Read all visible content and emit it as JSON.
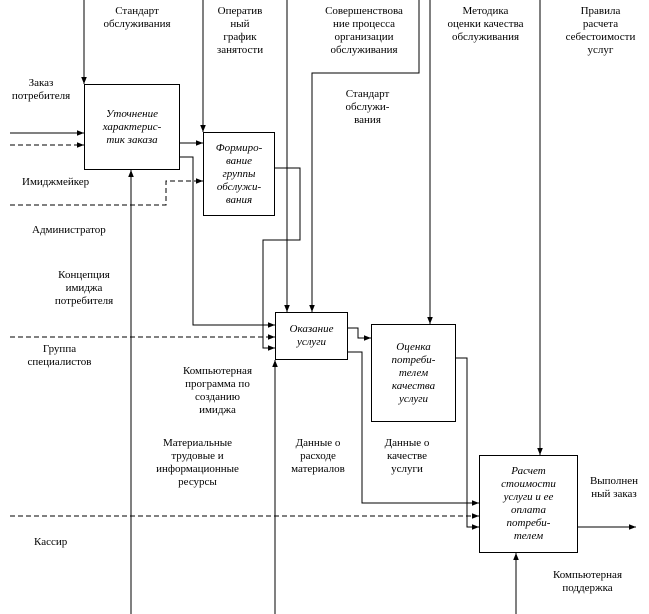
{
  "boxes": {
    "clarify": "Уточнение\nхарактерис-\nтик заказа",
    "form_group": "Формиро-\nвание\nгруппы\nобслужи-\nвания",
    "provide": "Оказание\nуслуги",
    "evaluate": "Оценка\nпотреби-\nтелем\nкачества\nуслуги",
    "calculate": "Расчет\nстоимости\nуслуги и ее\nоплата\nпотреби-\nтелем"
  },
  "controls": {
    "service_standard_top": "Стандарт\nобслуживания",
    "operative_schedule": "Оператив\nный\nграфик\nзанятости",
    "process_improvement": "Совершенствова\nние процесса\nорганизации\nобслуживания",
    "service_standard_mid": "Стандарт\nобслужи-\nвания",
    "quality_method": "Методика\nоценки качества\nобслуживания",
    "cost_rules": "Правила\nрасчета\nсебестоимости\nуслуг"
  },
  "inputs": {
    "customer_order": "Заказ\nпотребителя",
    "image_maker": "Имиджмейкер",
    "administrator": "Администратор",
    "image_concept": "Концепция\nимиджа\nпотребителя",
    "specialists_group": "Группа\nспециалистов",
    "cashier": "Кассир"
  },
  "mechanisms": {
    "software": "Компьютерная\nпрограмма по\nсозданию\nимиджа",
    "resources": "Материальные\nтрудовые и\nинформационные\nресурсы",
    "computer_support": "Компьютерная\nподдержка"
  },
  "data_flows": {
    "materials_data": "Данные о\nрасходе\nматериалов",
    "quality_data": "Данные о\nкачестве\nуслуги"
  },
  "outputs": {
    "completed_order": "Выполнен\nный заказ"
  }
}
